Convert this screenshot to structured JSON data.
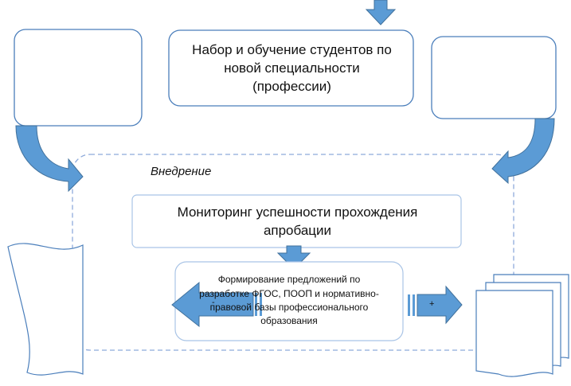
{
  "diagram": {
    "top_box": {
      "lines": [
        "Набор и обучение студентов по",
        "новой специальности",
        "(профессии)"
      ]
    },
    "section_label": "Внедрение",
    "monitoring_box": {
      "lines": [
        "Мониторинг успешности прохождения",
        "апробации"
      ]
    },
    "proposals_box": {
      "lines": [
        "Формирование предложений по",
        "разработке ФГОС, ПООП  и нормативно-",
        "правовой базы профессионального",
        "образования"
      ]
    },
    "left_arrow_sign": "-",
    "right_arrow_sign": "+"
  },
  "colors": {
    "arrow_fill": "#5b9bd5",
    "arrow_stroke": "#41719c",
    "box_stroke": "#4a7ebb",
    "dashed_stroke": "#8eaadb"
  }
}
